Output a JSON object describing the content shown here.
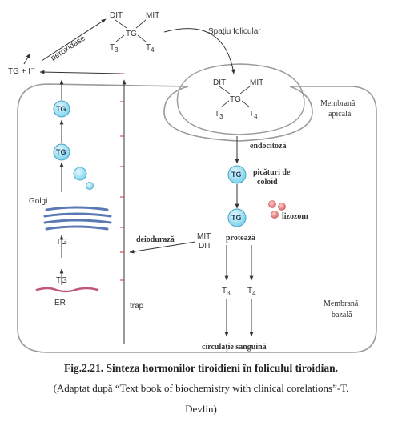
{
  "diagram": {
    "top_complex": {
      "dit": "DIT",
      "mit": "MIT",
      "tg": "TG",
      "t3": "T",
      "t3_sub": "3",
      "t4": "T",
      "t4_sub": "4"
    },
    "peroxidase": "peroxidase",
    "spatiu_folicular": "Spaţiu folicular",
    "follicle_complex": {
      "dit": "DIT",
      "mit": "MIT",
      "tg": "TG",
      "t3": "T",
      "t3_sub": "3",
      "t4": "T",
      "t4_sub": "4"
    },
    "tg_plus_iodide": "TG + I",
    "iodide_sup": "–",
    "membrana_apicala": [
      "Membrană",
      "apicală"
    ],
    "membrana_bazala": [
      "Membrană",
      "bazală"
    ],
    "tg_node": "TG",
    "golgi": "Golgi",
    "er_tg": [
      "TG",
      "TG"
    ],
    "er": "ER",
    "endocitoza": "endocitoză",
    "picaturi_coloid": [
      "picături de",
      "coloid"
    ],
    "lizozom": "lizozom",
    "proteaza": "protează",
    "deiodurasa": "deiodurază",
    "mit_dit": [
      "MIT",
      "DIT"
    ],
    "trap": "trap",
    "t3_out": {
      "t": "T",
      "sub": "3"
    },
    "t4_out": {
      "t": "T",
      "sub": "4"
    },
    "circulatie": "circulaţie sanguină",
    "colors": {
      "node_fill": "#7dd3ec",
      "node_stroke": "#4aa3c8",
      "golgi": "#5b79b5",
      "er": "#c0577a",
      "lysosome": "#e06868",
      "iodide": "#d04040",
      "outline": "#9a9a9a"
    }
  },
  "caption": {
    "title": "Fig.2.21. Sinteza hormonilor tiroidieni în foliculul tiroidian.",
    "source_line1": "(Adaptat după “Text book of biochemistry with clinical corelations”-T.",
    "source_line2": "Devlin)"
  }
}
